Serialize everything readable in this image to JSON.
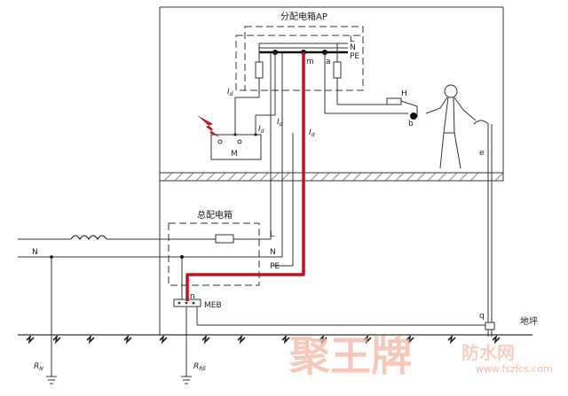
{
  "labels": {
    "ap_box_title": "分配电箱AP",
    "main_box_title": "总配电箱",
    "phase_L_top": "L",
    "phase_N_top": "N",
    "phase_PE_top": "PE",
    "phase_L_main": "L",
    "phase_N_main": "N",
    "phase_PE_main": "PE",
    "source_N": "N",
    "point_m": "m",
    "point_a": "a",
    "point_b": "b",
    "point_n": "n",
    "point_q": "q",
    "point_e": "e",
    "device_H": "H",
    "motor_M": "M",
    "meb": "MEB",
    "floor": "地坪",
    "current_Id": "I",
    "current_sub": "d",
    "rn_main": "R",
    "rn_sub": "N",
    "rre_main": "R",
    "rre_sub": "RE"
  },
  "watermark": {
    "main": "聚王牌",
    "side": "防水网",
    "url": "www.fszlcs.com"
  },
  "colors": {
    "fault_path": "#c0151d",
    "lines": "#333333",
    "watermark": "#f2b6a4"
  }
}
